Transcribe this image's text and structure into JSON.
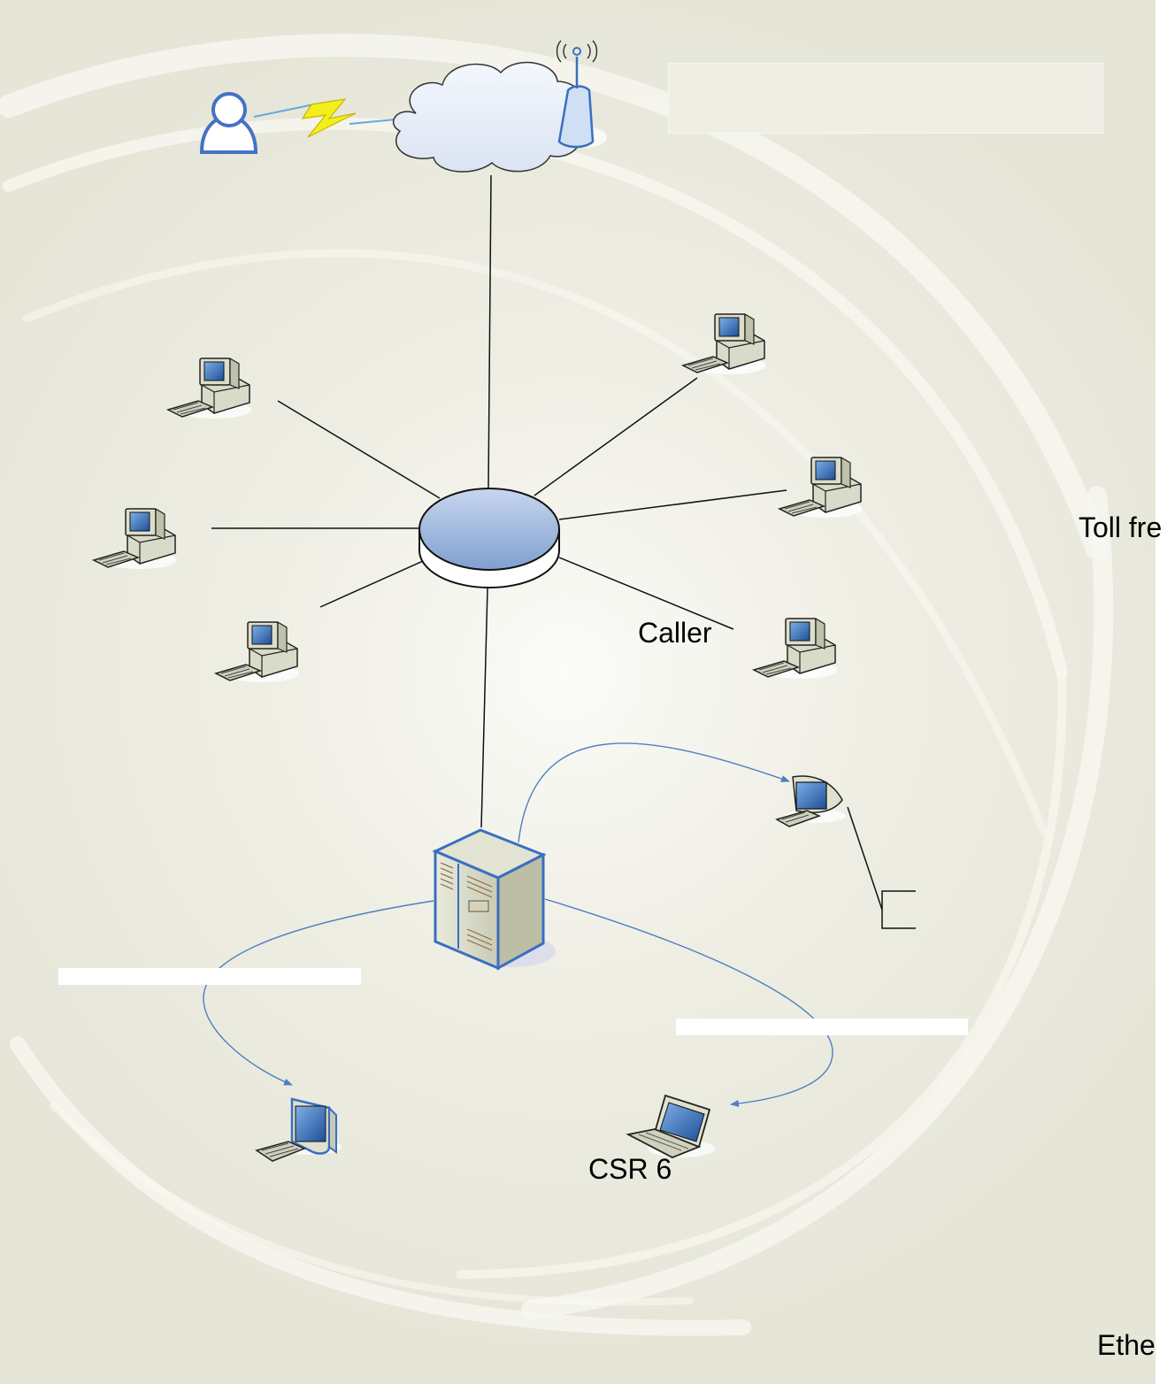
{
  "labels": {
    "toll_free": "Toll fre",
    "caller": "Caller",
    "csr_6": "CSR 6",
    "ethernet": "Ethe"
  },
  "colors": {
    "background": "#e9e9dd",
    "swirl": "#f7f7f0",
    "line": "#111111",
    "arrow": "#4f7fc0",
    "hub_top": "#9fb6dd",
    "device_outline": "#3a6fc0",
    "lightning": "#f2ef1a"
  },
  "icons": [
    "user-icon",
    "lightning-icon",
    "cloud-icon",
    "antenna-icon",
    "hub-icon",
    "workstation-icon",
    "server-icon",
    "monitor-icon",
    "laptop-icon"
  ]
}
